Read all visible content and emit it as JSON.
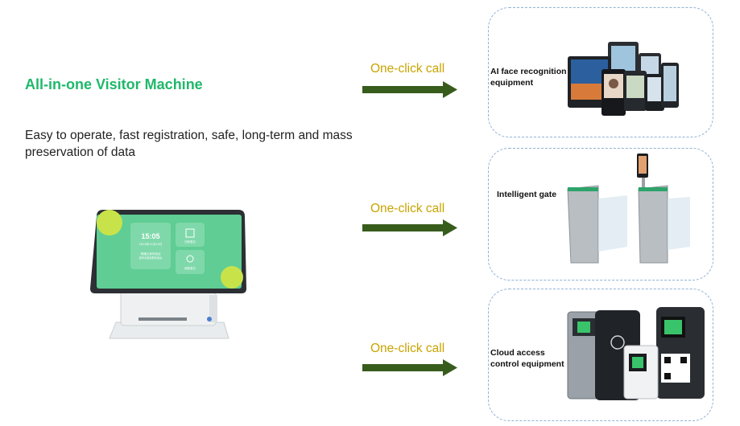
{
  "title": "All-in-one Visitor Machine",
  "description": "Easy to operate, fast registration, safe, long-term and mass preservation of data",
  "screen": {
    "time": "15:05",
    "date": "2023年11月15日",
    "left_caption": "请通过身份验证",
    "left_sub": "如有问题请联系前台",
    "top_right_label": "扫码登记",
    "bottom_right_label": "刷脸登记"
  },
  "rows": [
    {
      "call_label": "One-click call",
      "device_label": "AI face recognition equipment"
    },
    {
      "call_label": "One-click call",
      "device_label": "Intelligent gate"
    },
    {
      "call_label": "One-click call",
      "device_label": "Cloud access control equipment"
    }
  ],
  "colors": {
    "title": "#1fb86a",
    "call": "#c8a400",
    "arrow": "#375c1c",
    "card_border": "#8fb2d6"
  }
}
